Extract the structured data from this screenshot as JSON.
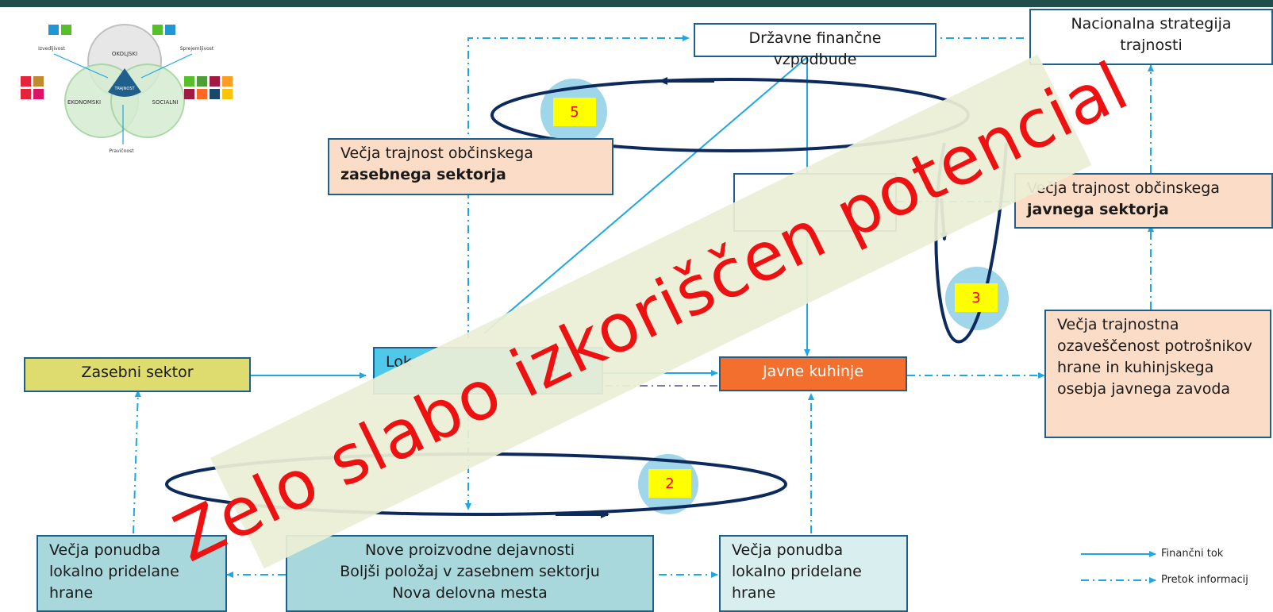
{
  "header_bar": {
    "color": "#1f4e4c"
  },
  "venn": {
    "circles": [
      "OKOLJSKI",
      "EKONOMSKI",
      "SOCIALNI"
    ],
    "center": "TRAJNOST",
    "labels": {
      "top_left": "Izvedljivost",
      "top_right": "Sprejemljivost",
      "bottom": "Pravičnost"
    }
  },
  "boxes": {
    "drzavne": {
      "text": "Državne finančne vzpodbude"
    },
    "nacionalna": {
      "text": "Nacionalna strategija trajnosti"
    },
    "zasebnega_trajnost": {
      "line1": "Večja trajnost občinskega",
      "line2": "zasebnega sektorja"
    },
    "javnega_trajnost": {
      "line1": "Večja trajnost občinskega",
      "line2": "javnega sektorja"
    },
    "ozavescenost": {
      "text": "Večja trajnostna ozaveščenost potrošnikov hrane in kuhinjskega osebja javnega zavoda"
    },
    "zasebni_sektor": {
      "text": "Zasebni sektor"
    },
    "lokalni": {
      "text": "Lok"
    },
    "javne_kuhinje": {
      "text": "Javne kuhinje"
    },
    "ponudba_left": {
      "text": "Večja ponudba lokalno pridelane hrane"
    },
    "nove": {
      "line1": "Nove proizvodne dejavnosti",
      "line2": "Boljši položaj v zasebnem sektorju",
      "line3": "Nova delovna mesta"
    },
    "ponudba_right": {
      "text": "Večja ponudba lokalno pridelane hrane"
    }
  },
  "loops": {
    "n5": "5",
    "n3": "3",
    "n2": "2"
  },
  "legend": {
    "financni": "Finančni tok",
    "pretok": "Pretok informacij"
  },
  "banner": {
    "text": "Zelo slabo izkoriščen potencial"
  },
  "colors": {
    "arrow": "#1ea7e1",
    "loop": "#0d2a5c",
    "banner_text": "#ee1111"
  }
}
